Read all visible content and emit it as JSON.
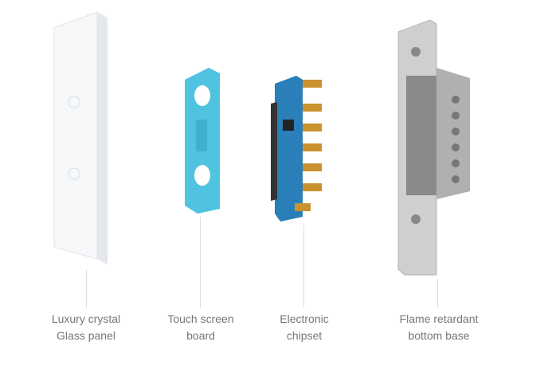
{
  "components": [
    {
      "line1": "Luxury crystal",
      "line2": "Glass panel"
    },
    {
      "line1": "Touch screen",
      "line2": "board"
    },
    {
      "line1": "Electronic",
      "line2": "chipset"
    },
    {
      "line1": "Flame retardant",
      "line2": "bottom base"
    }
  ],
  "colors": {
    "board": "#4fc3e0",
    "pcb": "#2b7fb8",
    "base": "#c9c9c9",
    "label": "#777777"
  }
}
